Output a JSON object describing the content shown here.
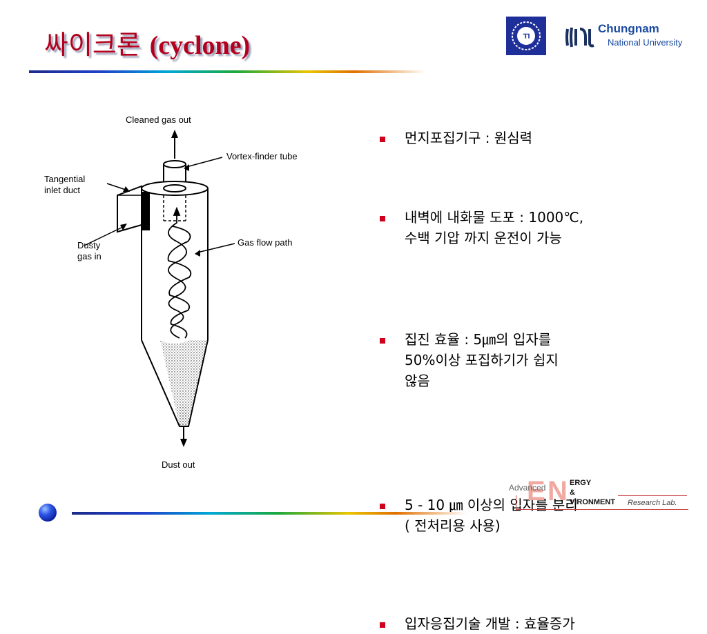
{
  "title": {
    "korean": "싸이크론",
    "english": "(cyclone)"
  },
  "logos": {
    "emblem": "university-emblem-icon",
    "university_name": "Chungnam",
    "university_sub": "National University"
  },
  "diagram": {
    "labels": {
      "cleaned_gas_out": "Cleaned gas out",
      "vortex_finder": "Vortex-finder tube",
      "tangential_inlet_1": "Tangential",
      "tangential_inlet_2": "inlet duct",
      "dusty_gas_1": "Dusty",
      "dusty_gas_2": "gas in",
      "gas_flow_path": "Gas flow path",
      "dust_out": "Dust out"
    }
  },
  "bullets": [
    {
      "lines": [
        "먼지포집기구 : 원심력"
      ]
    },
    {
      "lines": [
        "내벽에 내화물 도포 : 1000℃,",
        "수백 기압 까지 운전이 가능"
      ]
    },
    {
      "lines": [
        "집진 효율 : 5㎛의 입자를",
        "50%이상 포집하기가 쉽지",
        "않음"
      ]
    },
    {
      "lines": [
        "5 - 10 ㎛ 이상의 입자를 분리",
        "( 전처리용 사용)"
      ]
    },
    {
      "lines": [
        "입자응집기술 개발 : 효율증가"
      ]
    }
  ],
  "lab_logo": {
    "advanced": "Advanced",
    "e": "E",
    "n": "N",
    "ergy": "ERGY",
    "amp": "&",
    "vironment": "VIRONMENT",
    "research_lab": "Research   Lab."
  },
  "colors": {
    "title": "#b3001e",
    "bullet": "#d0001c",
    "university": "#1a4aa0"
  }
}
